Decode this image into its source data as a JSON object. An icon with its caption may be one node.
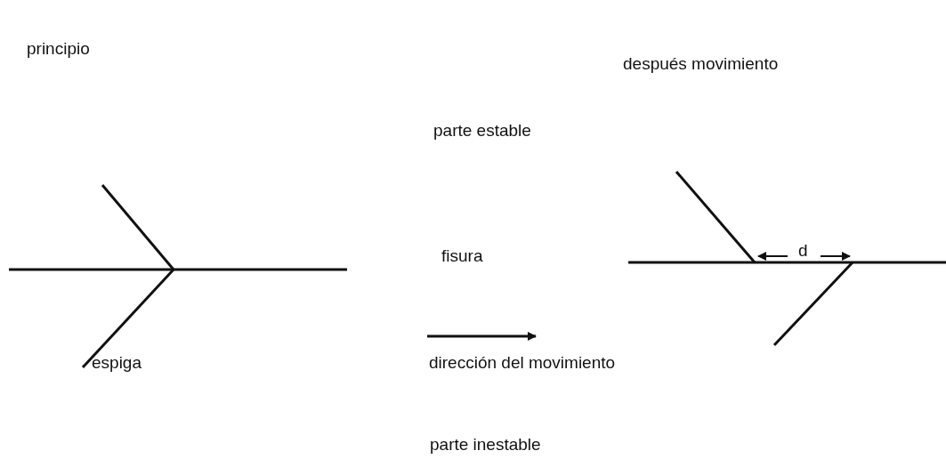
{
  "diagram": {
    "labels": [
      "principio",
      "después movimiento",
      "parte estable",
      "fisura",
      "d",
      "espiga",
      "dirección del movimiento",
      "parte inestable"
    ]
  }
}
